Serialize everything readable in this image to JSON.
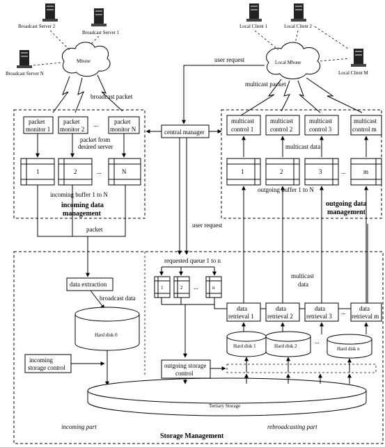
{
  "servers": {
    "s2": "Broadcast Server 2",
    "s1": "Broadcast Server 1",
    "sn": "Broadcast Server N"
  },
  "clients": {
    "c1": "Local Client 1",
    "c2": "Local Client 2",
    "cm": "Local Client M"
  },
  "clouds": {
    "mbone": "Mbone",
    "local": "Local Mbone"
  },
  "labels": {
    "user_request_top": "user request",
    "broadcast_packet": "broadcast packet",
    "multicast_packet": "multicast packet",
    "central_manager": "central manager",
    "packet_from_server": "packet from desired server",
    "multicast_data_top": "multicast data",
    "incoming_buffer": "incoming buffer 1 to N",
    "incoming_mgmt": "incoming data management",
    "outgoing_buffer": "outgoing buffer 1 to N",
    "outgoing_mgmt": "outgoing data management",
    "packet": "packet",
    "user_request_mid": "user request",
    "requested_queue": "requested queue 1 to n",
    "data_extraction": "data extraction",
    "broadcast_data": "broadcast data",
    "hard_disk_0": "Hard disk 0",
    "multicast_data_mid": "multicast data",
    "incoming_storage": "incoming storage control",
    "outgoing_storage": "outgoing storage control",
    "tertiary": "Tertiary Storage",
    "incoming_part": "incoming part",
    "storage_mgmt": "Storage Management",
    "rebroadcasting_part": "rebroadcasting part"
  },
  "packet_monitors": [
    "packet monitor 1",
    "packet monitor 2",
    "packet monitor N"
  ],
  "incoming_buffers": [
    "1",
    "2",
    "N"
  ],
  "multicast_controls": [
    "multicast control 1",
    "multicast control 2",
    "multicast control 3",
    "multicast control m"
  ],
  "outgoing_buffers": [
    "1",
    "2",
    "3",
    "m"
  ],
  "queues": [
    "1",
    "2",
    "n"
  ],
  "data_retrievals": [
    "data retrieval 1",
    "data retrieval 2",
    "data retrieval 3",
    "data retrieval m"
  ],
  "hard_disks": [
    "Hard disk 1",
    "Hard disk 2",
    "Hard disk n"
  ],
  "ellipsis": "..."
}
